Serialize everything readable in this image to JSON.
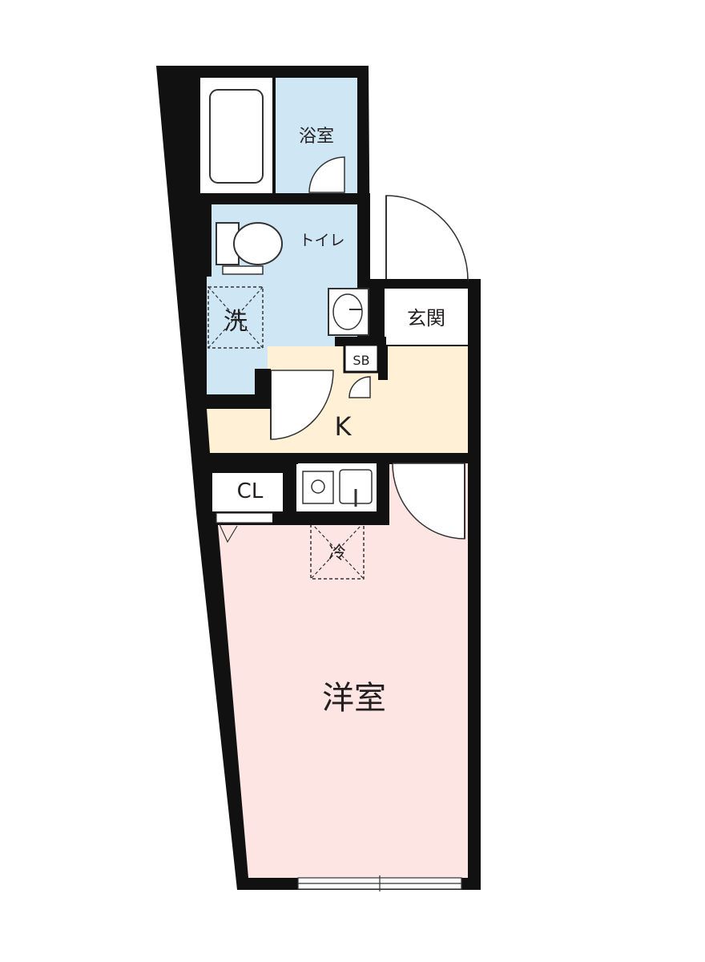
{
  "floorplan": {
    "rooms": {
      "bath": "浴室",
      "toilet": "トイレ",
      "washer": "洗",
      "entrance": "玄関",
      "shoe_box": "SB",
      "kitchen": "K",
      "closet": "CL",
      "fridge": "冷",
      "western_room": "洋室"
    },
    "colors": {
      "wall": "#111111",
      "wet_area": "#cfe6f5",
      "kitchen": "#fff0d6",
      "western_room": "#fce5e3",
      "background": "#ffffff",
      "fixture_line": "#333333"
    }
  }
}
